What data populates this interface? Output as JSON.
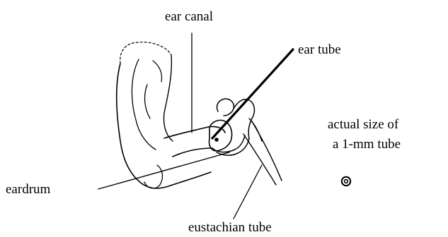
{
  "labels": {
    "ear_canal": "ear canal",
    "ear_tube": "ear tube",
    "actual_size_line1": "actual size of",
    "actual_size_line2": "a 1-mm tube",
    "eardrum": "eardrum",
    "eustachian_tube": "eustachian tube"
  },
  "colors": {
    "ink": "#000000",
    "background": "#ffffff"
  }
}
